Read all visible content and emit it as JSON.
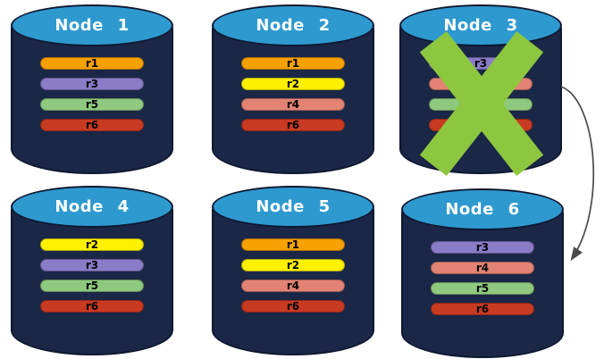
{
  "diagram": {
    "kind": "database-replication-failover-diagram",
    "palette": {
      "cylinder_top": "#2E99CF",
      "cylinder_body": "#1B2747",
      "cylinder_border": "#0E1830",
      "x_mark": "#8DC63F",
      "arrow": "#4A4A4A",
      "node_label_text": "#FFFFFF",
      "replica_label_text": "#000000"
    },
    "replica_colors": {
      "r1": "#F7A102",
      "r2": "#FFF100",
      "r3": "#8B7CC8",
      "r4": "#E28374",
      "r5": "#8FC97E",
      "r6": "#C83A22"
    },
    "nodes": [
      {
        "id": "node-1",
        "label": "Node 1",
        "failed": false,
        "replicas": [
          "r1",
          "r3",
          "r5",
          "r6"
        ]
      },
      {
        "id": "node-2",
        "label": "Node 2",
        "failed": false,
        "replicas": [
          "r1",
          "r2",
          "r4",
          "r6"
        ]
      },
      {
        "id": "node-3",
        "label": "Node 3",
        "failed": true,
        "replicas": [
          "r3",
          "r4",
          "r5",
          "r6"
        ]
      },
      {
        "id": "node-4",
        "label": "Node 4",
        "failed": false,
        "replicas": [
          "r2",
          "r3",
          "r5",
          "r6"
        ]
      },
      {
        "id": "node-5",
        "label": "Node 5",
        "failed": false,
        "replicas": [
          "r1",
          "r2",
          "r4",
          "r6"
        ]
      },
      {
        "id": "node-6",
        "label": "Node 6",
        "failed": false,
        "replicas": [
          "r3",
          "r4",
          "r5",
          "r6"
        ]
      }
    ],
    "arrow": {
      "from": "node-3",
      "to": "node-6"
    }
  }
}
